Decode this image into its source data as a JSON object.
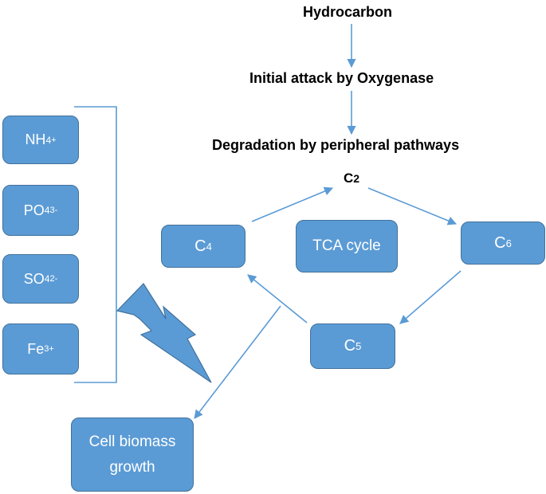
{
  "flow": {
    "step1": "Hydrocarbon",
    "step2": "Initial attack by Oxygenase",
    "step3": "Degradation by peripheral pathways"
  },
  "cycle": {
    "c2": {
      "base": "C",
      "sub": "2"
    },
    "c4": {
      "base": "C",
      "sub": "4"
    },
    "c5": {
      "base": "C",
      "sub": "5"
    },
    "c6": {
      "base": "C",
      "sub": "6"
    },
    "center_label": "TCA cycle"
  },
  "nutrients": [
    {
      "base": "NH",
      "sub": "4",
      "sup": "+"
    },
    {
      "base": "PO",
      "sub": "4",
      "sup": "3-"
    },
    {
      "base": "SO",
      "sub": "4",
      "sup": "2-"
    },
    {
      "base": "Fe",
      "sub": "",
      "sup": "3+"
    }
  ],
  "output": {
    "label_line1": "Cell biomass",
    "label_line2": "growth"
  },
  "colors": {
    "box_fill": "#5b9bd5",
    "box_border": "#41719c",
    "arrow": "#5b9bd5",
    "text_on_box": "#ffffff"
  }
}
